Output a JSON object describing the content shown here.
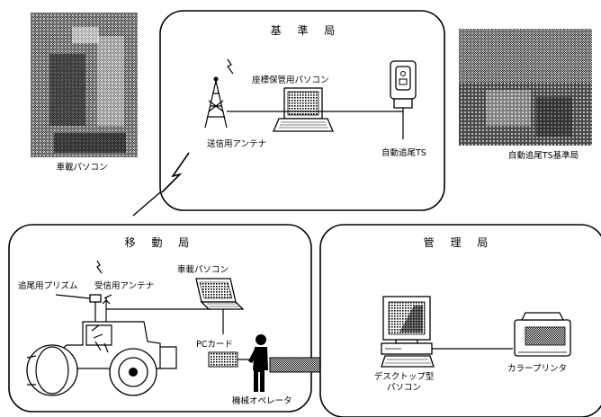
{
  "stations": {
    "base": "基 準 局",
    "mobile": "移 動 局",
    "management": "管 理 局"
  },
  "base_station": {
    "computer": "座標保管用パソコン",
    "antenna": "送信用アンテナ",
    "total_station": "自動追尾TS"
  },
  "mobile_station": {
    "prism": "追尾用プリズム",
    "antenna": "受信用アンテナ",
    "laptop": "車載パソコン",
    "pc_card": "PCカード",
    "operator": "機械オペレータ"
  },
  "management_station": {
    "desktop_line1": "デスクトップ型",
    "desktop_line2": "パソコン",
    "printer": "カラープリンタ"
  },
  "photos": {
    "vehicle_pc": "車載パソコン",
    "ts_base": "自動追尾TS基準局"
  }
}
